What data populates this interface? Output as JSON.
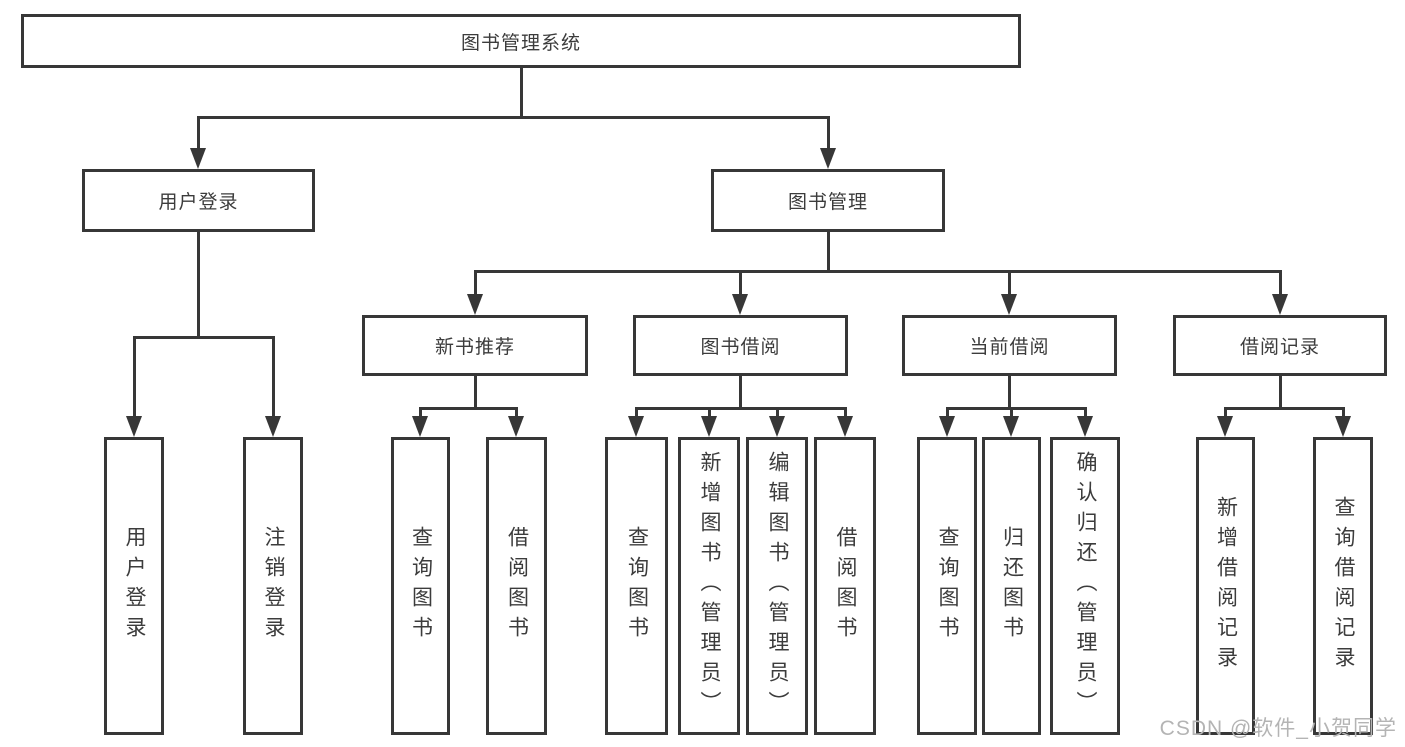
{
  "diagram": {
    "type": "hierarchy-tree",
    "title": "图书管理系统"
  },
  "palette": {
    "background": "#ffffff",
    "line": "#373737",
    "border": "#373737",
    "text": "#3c3c3c",
    "watermark": "#b4b4b4"
  },
  "nodes": [
    {
      "id": "root",
      "label": "图书管理系统"
    },
    {
      "id": "user-login",
      "label": "用户登录"
    },
    {
      "id": "book-management",
      "label": "图书管理"
    },
    {
      "id": "new-book-recommend",
      "label": "新书推荐"
    },
    {
      "id": "book-borrow",
      "label": "图书借阅"
    },
    {
      "id": "current-borrow",
      "label": "当前借阅"
    },
    {
      "id": "borrow-records",
      "label": "借阅记录"
    },
    {
      "id": "leaf-user-login",
      "label": "用户登录"
    },
    {
      "id": "leaf-logout",
      "label": "注销登录"
    },
    {
      "id": "g1-query-books",
      "label": "查询图书"
    },
    {
      "id": "g1-borrow-books",
      "label": "借阅图书"
    },
    {
      "id": "g2-query-books",
      "label": "查询图书"
    },
    {
      "id": "g2-add-books",
      "label": "新增图书（管理员）"
    },
    {
      "id": "g2-edit-books",
      "label": "编辑图书（管理员）"
    },
    {
      "id": "g2-borrow-books",
      "label": "借阅图书"
    },
    {
      "id": "g3-query-books",
      "label": "查询图书"
    },
    {
      "id": "g3-return-books",
      "label": "归还图书"
    },
    {
      "id": "g3-confirm-return",
      "label": "确认归还（管理员）"
    },
    {
      "id": "g4-add-record",
      "label": "新增借阅记录"
    },
    {
      "id": "g4-query-record",
      "label": "查询借阅记录"
    }
  ],
  "edges": [
    [
      "root",
      "user-login"
    ],
    [
      "root",
      "book-management"
    ],
    [
      "user-login",
      "leaf-user-login"
    ],
    [
      "user-login",
      "leaf-logout"
    ],
    [
      "book-management",
      "new-book-recommend"
    ],
    [
      "book-management",
      "book-borrow"
    ],
    [
      "book-management",
      "current-borrow"
    ],
    [
      "book-management",
      "borrow-records"
    ],
    [
      "new-book-recommend",
      "g1-query-books"
    ],
    [
      "new-book-recommend",
      "g1-borrow-books"
    ],
    [
      "book-borrow",
      "g2-query-books"
    ],
    [
      "book-borrow",
      "g2-add-books"
    ],
    [
      "book-borrow",
      "g2-edit-books"
    ],
    [
      "book-borrow",
      "g2-borrow-books"
    ],
    [
      "current-borrow",
      "g3-query-books"
    ],
    [
      "current-borrow",
      "g3-return-books"
    ],
    [
      "current-borrow",
      "g3-confirm-return"
    ],
    [
      "borrow-records",
      "g4-add-record"
    ],
    [
      "borrow-records",
      "g4-query-record"
    ]
  ],
  "watermark": {
    "text": "CSDN @软件_小贺同学"
  }
}
